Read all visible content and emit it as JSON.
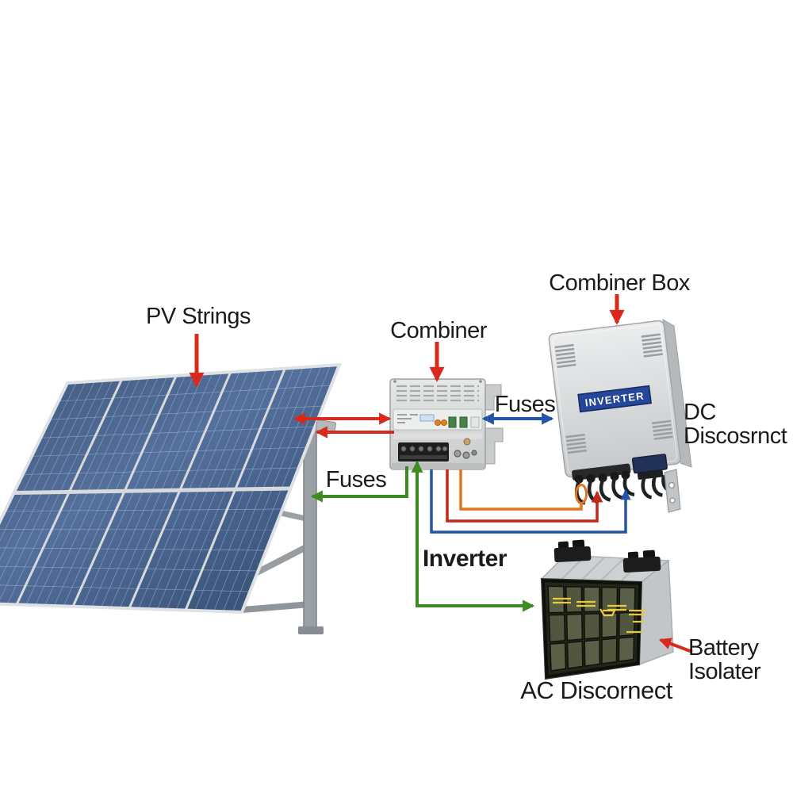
{
  "labels": {
    "pv_strings": "PV Strings",
    "combiner": "Combiner",
    "combiner_box": "Combiner Box",
    "fuses_top": "Fuses",
    "fuses_left": "Fuses",
    "dc_disconnect": "DC Discosrnct",
    "inverter": "Inverter",
    "inverter_plate": "INVERTER",
    "ac_disconnect": "AC Discornect",
    "battery_isolator": "Battery\nIsolater"
  },
  "colors": {
    "red": "#d9291d",
    "dark_red": "#c3271c",
    "orange": "#e2761f",
    "green": "#3d8b22",
    "blue": "#2553a6",
    "navy_plate": "#24479b",
    "text": "#1b1b1b"
  },
  "components": [
    {
      "id": "pv-array",
      "label": "PV Strings"
    },
    {
      "id": "combiner",
      "label": "Combiner"
    },
    {
      "id": "inverter-box",
      "label": "Combiner Box",
      "plate": "INVERTER"
    },
    {
      "id": "battery",
      "label": "AC Discornect",
      "callout": "Battery Isolater"
    },
    {
      "id": "dc-disconnect-label",
      "label": "DC Discosrnct"
    }
  ],
  "connections": [
    {
      "from": "pv-array",
      "to": "combiner",
      "color": "red",
      "arrows": "both"
    },
    {
      "from": "combiner",
      "to": "pv-array",
      "color": "red",
      "arrows": "end"
    },
    {
      "from": "combiner",
      "to": "inverter-box",
      "label": "Fuses",
      "color": "blue",
      "arrows": "both"
    },
    {
      "from": "combiner",
      "to": "pv-array",
      "label": "Fuses",
      "color": "green",
      "arrows": "end"
    },
    {
      "from": "combiner",
      "to": "battery",
      "color": "green",
      "arrows": "both"
    },
    {
      "from": "combiner",
      "to": "inverter-box",
      "color": "orange",
      "arrows": "loop-end"
    },
    {
      "from": "combiner",
      "to": "inverter-box",
      "color": "dark_red",
      "arrows": "end"
    },
    {
      "from": "combiner",
      "to": "inverter-box",
      "color": "blue",
      "arrows": "end"
    },
    {
      "from": "battery",
      "to": "battery-isolator-label",
      "color": "red",
      "arrows": "end"
    }
  ]
}
